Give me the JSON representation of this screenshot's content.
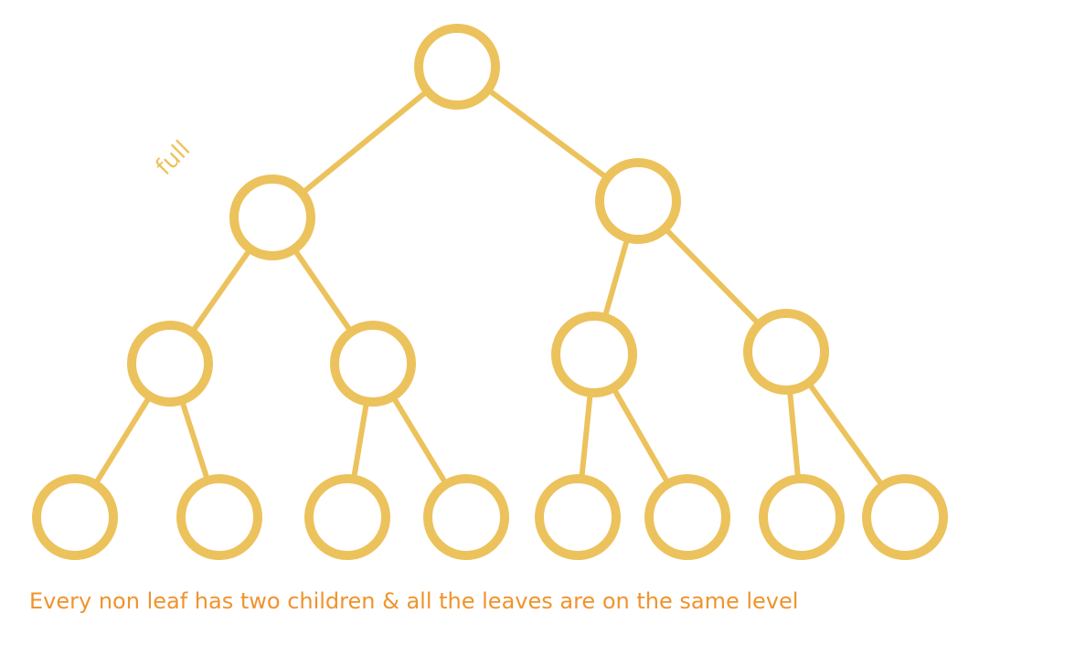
{
  "diagram": {
    "annotation": "full",
    "caption": "Every non leaf has two children & all the leaves are on the same level",
    "colors": {
      "node_stroke": "#ecc25c",
      "edge": "#ecc25c",
      "annotation": "#ecc25c",
      "caption": "#f0932c"
    },
    "nodes": [
      {
        "id": "root"
      },
      {
        "id": "L"
      },
      {
        "id": "R"
      },
      {
        "id": "LL"
      },
      {
        "id": "LR"
      },
      {
        "id": "RL"
      },
      {
        "id": "RR"
      },
      {
        "id": "LLL"
      },
      {
        "id": "LLR"
      },
      {
        "id": "LRL"
      },
      {
        "id": "LRR"
      },
      {
        "id": "RLL"
      },
      {
        "id": "RLR"
      },
      {
        "id": "RRL"
      },
      {
        "id": "RRR"
      }
    ],
    "edges": [
      [
        "root",
        "L"
      ],
      [
        "root",
        "R"
      ],
      [
        "L",
        "LL"
      ],
      [
        "L",
        "LR"
      ],
      [
        "R",
        "RL"
      ],
      [
        "R",
        "RR"
      ],
      [
        "LL",
        "LLL"
      ],
      [
        "LL",
        "LLR"
      ],
      [
        "LR",
        "LRL"
      ],
      [
        "LR",
        "LRR"
      ],
      [
        "RL",
        "RLL"
      ],
      [
        "RL",
        "RLR"
      ],
      [
        "RR",
        "RRL"
      ],
      [
        "RR",
        "RRR"
      ]
    ]
  }
}
